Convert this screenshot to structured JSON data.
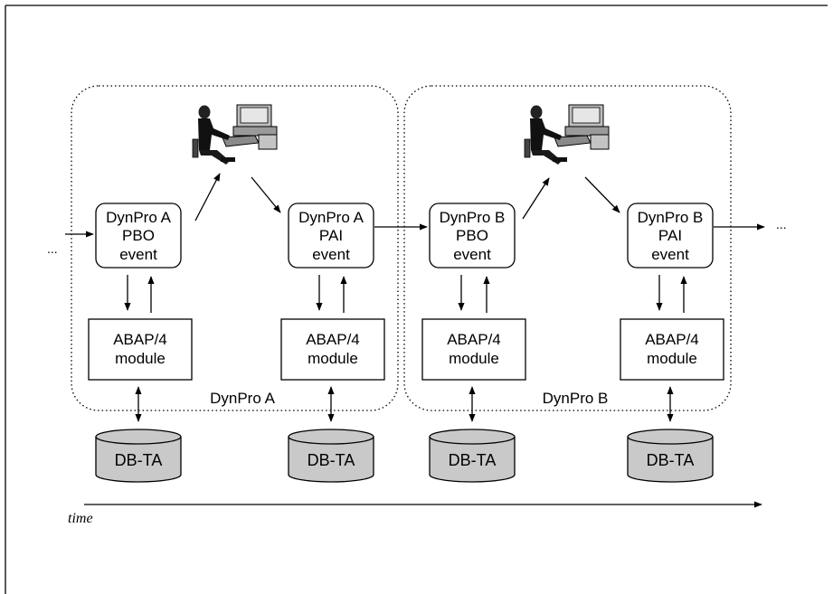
{
  "groups": [
    {
      "label": "DynPro A"
    },
    {
      "label": "DynPro B"
    }
  ],
  "events": [
    {
      "line1": "DynPro A",
      "line2": "PBO",
      "line3": "event"
    },
    {
      "line1": "DynPro A",
      "line2": "PAI",
      "line3": "event"
    },
    {
      "line1": "DynPro B",
      "line2": "PBO",
      "line3": "event"
    },
    {
      "line1": "DynPro B",
      "line2": "PAI",
      "line3": "event"
    }
  ],
  "modules": [
    {
      "line1": "ABAP/4",
      "line2": "module"
    },
    {
      "line1": "ABAP/4",
      "line2": "module"
    },
    {
      "line1": "ABAP/4",
      "line2": "module"
    },
    {
      "line1": "ABAP/4",
      "line2": "module"
    }
  ],
  "databases": [
    {
      "label": "DB-TA"
    },
    {
      "label": "DB-TA"
    },
    {
      "label": "DB-TA"
    },
    {
      "label": "DB-TA"
    }
  ],
  "ellipsis_left": "...",
  "ellipsis_right": "...",
  "time_label": "time",
  "icons": [
    "user-at-computer-icon",
    "user-at-computer-icon"
  ],
  "colors": {
    "database_fill": "#c9c9c9",
    "stroke": "#000000"
  }
}
